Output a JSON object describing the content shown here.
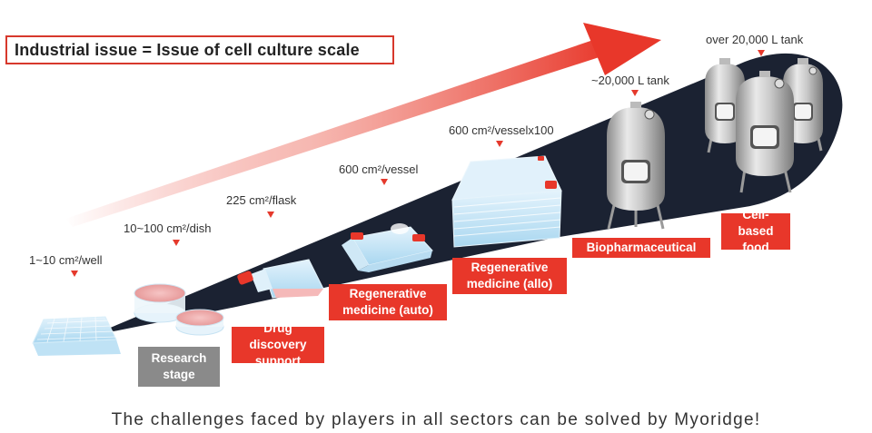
{
  "title": "Industrial issue = Issue of cell culture scale",
  "scales": {
    "well": "1~10 cm²/well",
    "dish": "10~100 cm²/dish",
    "flask": "225 cm²/flask",
    "vessel": "600 cm²/vessel",
    "vessel100": "600 cm²/vesselx100",
    "tank20k": "~20,000 L tank",
    "tankover": "over 20,000 L tank"
  },
  "sectors": {
    "research": "Research\nstage",
    "drug": "Drug discovery\nsupport",
    "regen_auto": "Regenerative\nmedicine (auto)",
    "regen_allo": "Regenerative\nmedicine (allo)",
    "biopharma": "Biopharmaceutical",
    "food": "Cell-based\nfood"
  },
  "footer": "The challenges faced by players in all sectors can be solved by Myoridge!",
  "colors": {
    "accent": "#e8372a",
    "wedge": "#1b2232",
    "gray_tag": "#8a8a8a"
  }
}
